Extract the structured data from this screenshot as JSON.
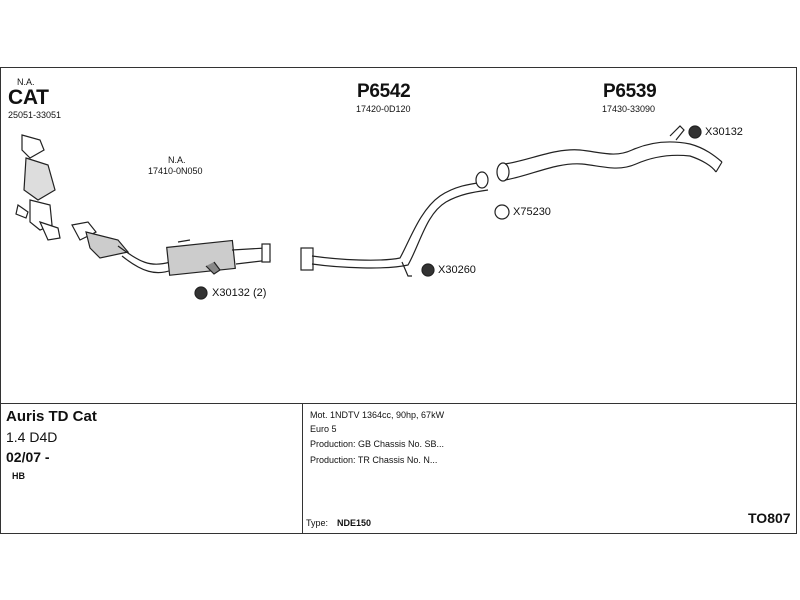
{
  "parts": {
    "cat": {
      "na": "N.A.",
      "name": "CAT",
      "number": "25051-33051"
    },
    "middle_na": {
      "na": "N.A.",
      "number": "17410-0N050"
    },
    "p6542": {
      "name": "P6542",
      "number": "17420-0D120"
    },
    "p6539": {
      "name": "P6539",
      "number": "17430-33090"
    }
  },
  "fittings": {
    "x30132_top": "X30132",
    "x75230": "X75230",
    "x30260": "X30260",
    "x30132_bottom": "X30132 (2)"
  },
  "vehicle": {
    "model": "Auris TD Cat",
    "engine": "1.4 D4D",
    "date": "02/07 -",
    "body": "HB"
  },
  "specs": {
    "lines": [
      "Mot. 1NDTV 1364cc, 90hp, 67kW",
      "Euro 5",
      "Production: GB Chassis No. SB...",
      "Production: TR Chassis No. N..."
    ],
    "type_label": "Type:",
    "type_value": "NDE150",
    "code": "TO807"
  }
}
